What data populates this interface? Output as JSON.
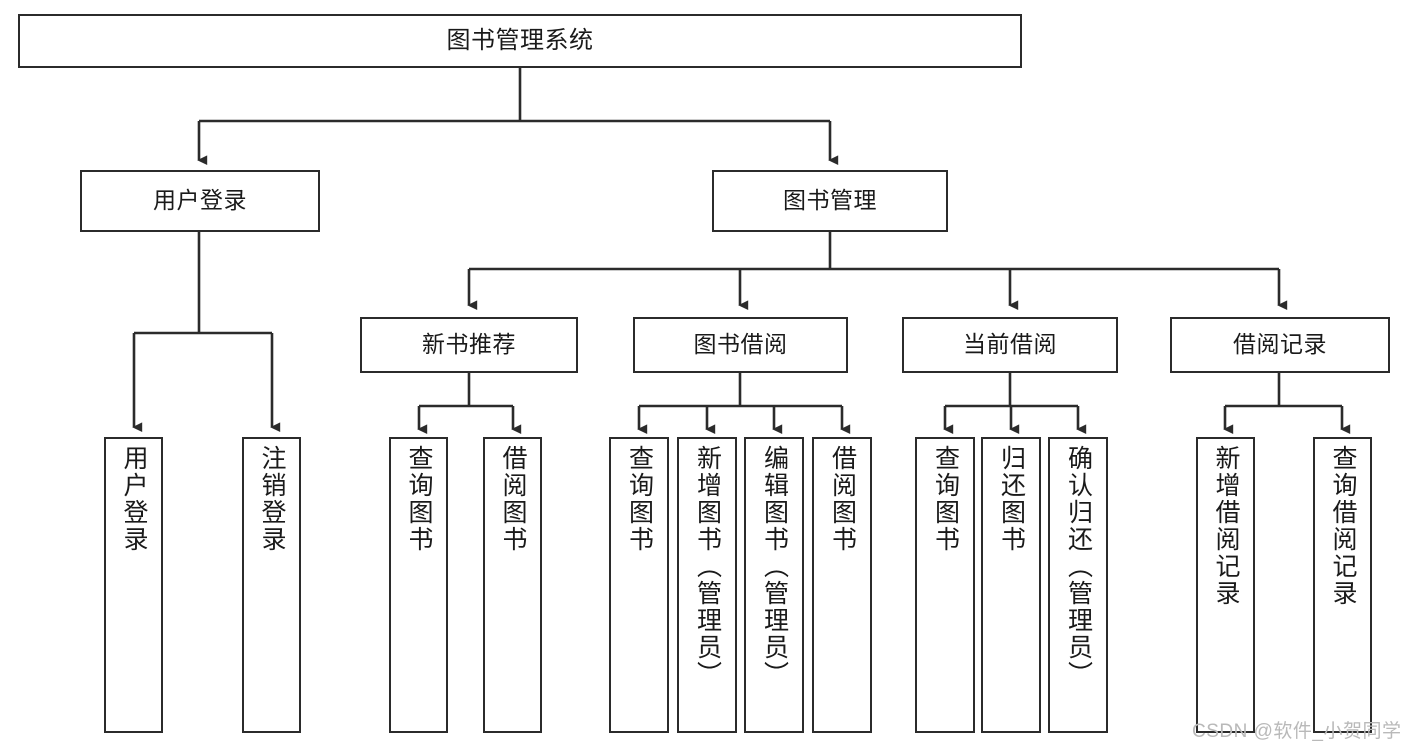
{
  "diagram": {
    "title": "图书管理系统",
    "type": "functional-decomposition-tree",
    "levels": 4
  },
  "root": {
    "label": "图书管理系统"
  },
  "level2": [
    {
      "id": "user-login",
      "label": "用户登录"
    },
    {
      "id": "book-management",
      "label": "图书管理"
    }
  ],
  "level3": [
    {
      "id": "new-book-recommend",
      "label": "新书推荐"
    },
    {
      "id": "book-borrow",
      "label": "图书借阅"
    },
    {
      "id": "current-borrow",
      "label": "当前借阅"
    },
    {
      "id": "borrow-record",
      "label": "借阅记录"
    }
  ],
  "leaves": {
    "user_login": [
      {
        "id": "leaf-user-login",
        "label": "用户登录"
      },
      {
        "id": "leaf-logout",
        "label": "注销登录"
      }
    ],
    "new_book_recommend": [
      {
        "id": "leaf-query-book-1",
        "label": "查询图书"
      },
      {
        "id": "leaf-borrow-book-1",
        "label": "借阅图书"
      }
    ],
    "book_borrow": [
      {
        "id": "leaf-query-book-2",
        "label": "查询图书"
      },
      {
        "id": "leaf-add-book",
        "label": "新增图书（管理员）"
      },
      {
        "id": "leaf-edit-book",
        "label": "编辑图书（管理员）"
      },
      {
        "id": "leaf-borrow-book-2",
        "label": "借阅图书"
      }
    ],
    "current_borrow": [
      {
        "id": "leaf-query-book-3",
        "label": "查询图书"
      },
      {
        "id": "leaf-return-book",
        "label": "归还图书"
      },
      {
        "id": "leaf-confirm-return",
        "label": "确认归还（管理员）"
      }
    ],
    "borrow_record": [
      {
        "id": "leaf-add-record",
        "label": "新增借阅记录"
      },
      {
        "id": "leaf-query-record",
        "label": "查询借阅记录"
      }
    ]
  },
  "watermark": {
    "text": "CSDN @软件_小贺同学"
  },
  "colors": {
    "stroke": "#2b2b2b",
    "fill": "#ffffff",
    "text": "#1a1a1a",
    "watermark": "#b9b9b9"
  }
}
